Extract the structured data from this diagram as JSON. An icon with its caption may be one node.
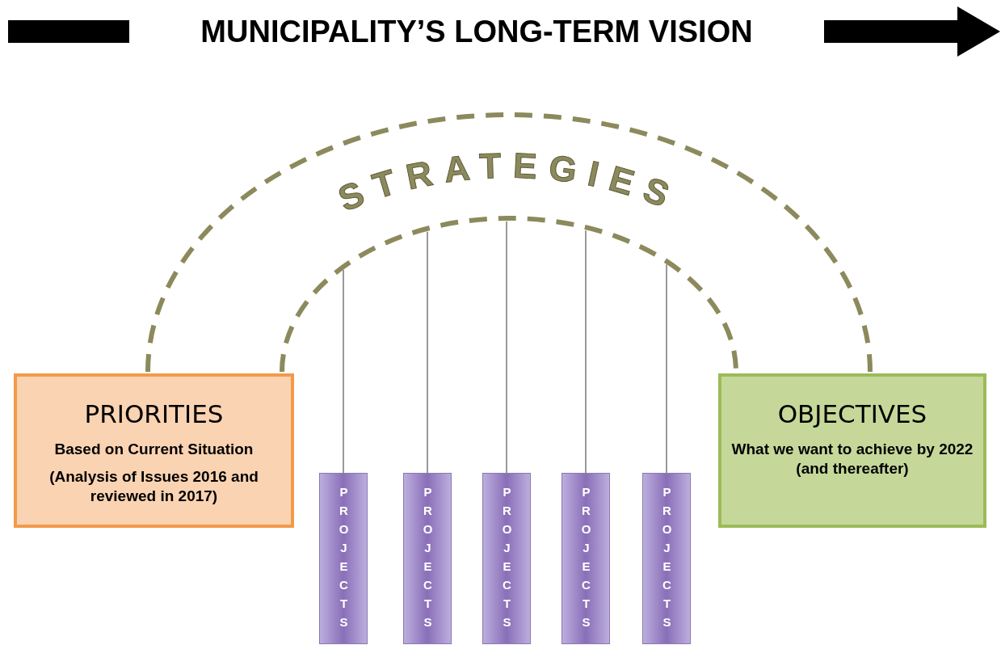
{
  "diagram": {
    "title": "MUNICIPALITY’S LONG-TERM VISION",
    "nodes": [
      {
        "text": [
          "STRATEGIES"
        ]
      },
      {
        "text": [
          "PRIORITIES",
          "Based on Current Situation",
          "(Analysis of Issues 2016 and reviewed in 2017)"
        ]
      },
      {
        "text": [
          "PROJECTS"
        ]
      },
      {
        "text": [
          "PROJECTS"
        ]
      },
      {
        "text": [
          "PROJECTS"
        ]
      },
      {
        "text": [
          "PROJECTS"
        ]
      },
      {
        "text": [
          "PROJECTS"
        ]
      },
      {
        "text": [
          "OBJECTIVES",
          "What we want to achieve by 2022 (and thereafter)"
        ]
      }
    ],
    "edges": [
      {
        "from": 2,
        "to": 0,
        "arrow": "none"
      },
      {
        "from": 3,
        "to": 0,
        "arrow": "none"
      },
      {
        "from": 4,
        "to": 0,
        "arrow": "none"
      },
      {
        "from": 5,
        "to": 0,
        "arrow": "none"
      },
      {
        "from": 6,
        "to": 0,
        "arrow": "none"
      }
    ]
  }
}
